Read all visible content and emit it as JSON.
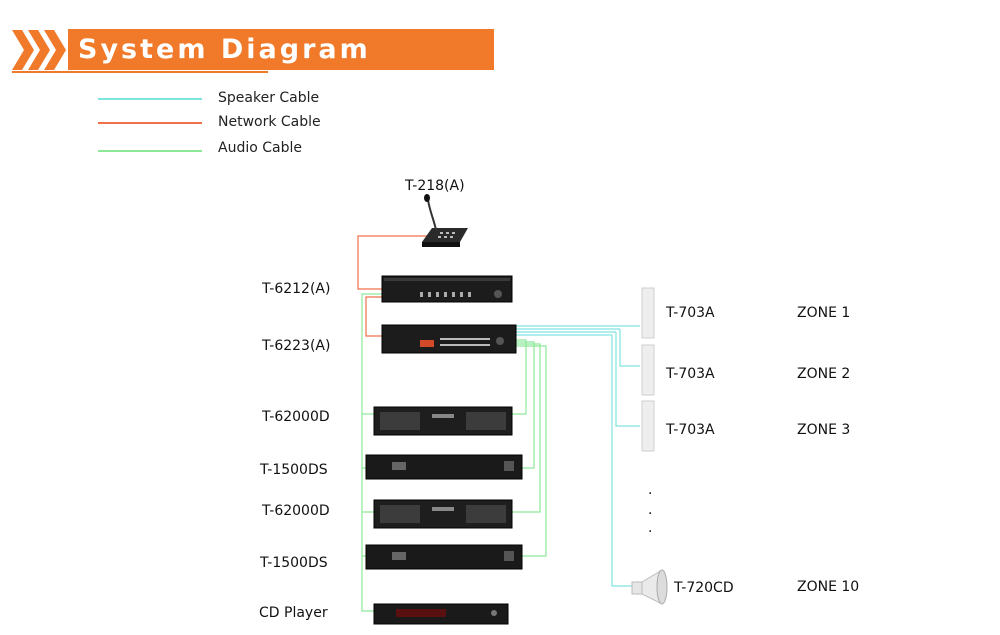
{
  "header": {
    "title": "System Diagram"
  },
  "legend": [
    {
      "label": "Speaker Cable",
      "color": "#7fe3e0"
    },
    {
      "label": "Network Cable",
      "color": "#f0704a"
    },
    {
      "label": "Audio Cable",
      "color": "#8ee89a"
    }
  ],
  "devices": {
    "mic": "T-218(A)",
    "d1": "T-6212(A)",
    "d2": "T-6223(A)",
    "d3": "T-62000D",
    "d4": "T-1500DS",
    "d5": "T-62000D",
    "d6": "T-1500DS",
    "d7": "CD Player"
  },
  "speakers": [
    {
      "model": "T-703A",
      "zone": "ZONE 1"
    },
    {
      "model": "T-703A",
      "zone": "ZONE 2"
    },
    {
      "model": "T-703A",
      "zone": "ZONE 3"
    },
    {
      "model": "T-720CD",
      "zone": "ZONE 10"
    }
  ],
  "ellipsis": ".",
  "colors": {
    "accent": "#f07a2a",
    "speaker": "#7fe3e0",
    "network": "#f0704a",
    "audio": "#8ee89a"
  }
}
